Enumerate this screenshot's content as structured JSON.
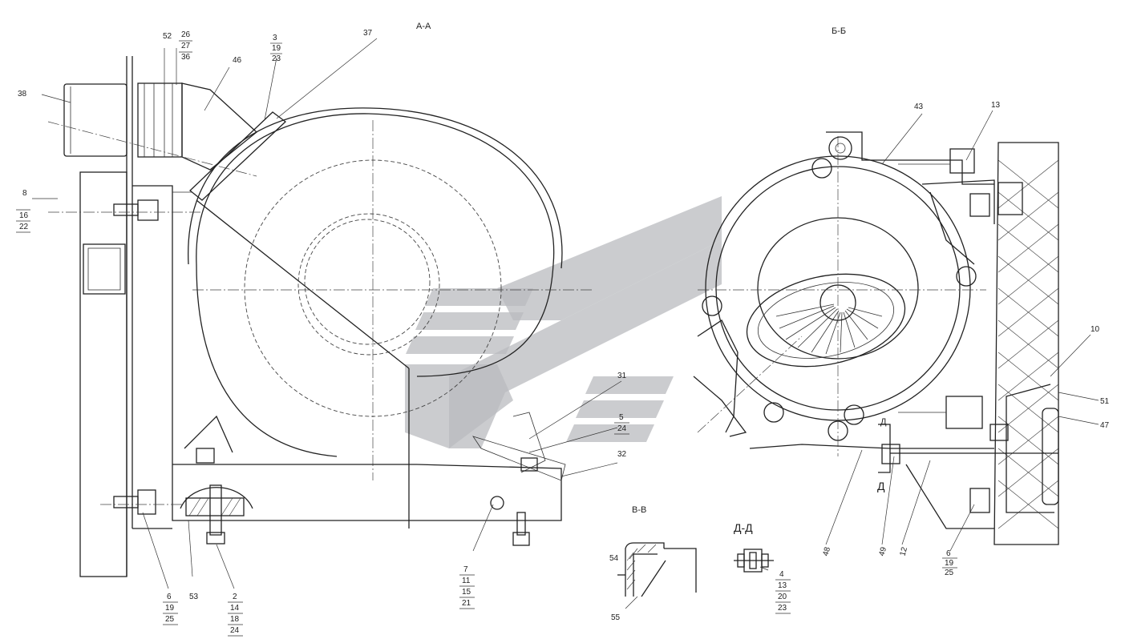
{
  "views": {
    "section_aa": "А-А",
    "section_bb": "Б-Б",
    "section_vv": "В-В",
    "section_dd": "Д-Д",
    "section_d_marker": "Д"
  },
  "callouts": {
    "c52": "52",
    "c26": "26",
    "c27": "27",
    "c36": "36",
    "c3": "3",
    "c19a": "19",
    "c23a": "23",
    "c37": "37",
    "c46": "46",
    "c38": "38",
    "c8": "8",
    "c16": "16",
    "c22": "22",
    "c31": "31",
    "c5": "5",
    "c24a": "24",
    "c32": "32",
    "c7": "7",
    "c11": "11",
    "c15": "15",
    "c21": "21",
    "c6a": "6",
    "c19b": "19",
    "c25a": "25",
    "c53": "53",
    "c2": "2",
    "c14": "14",
    "c18": "18",
    "c24b": "24",
    "c54": "54",
    "c55": "55",
    "c4": "4",
    "c13a": "13",
    "c20": "20",
    "c23b": "23",
    "c43": "43",
    "c13b": "13",
    "c10": "10",
    "c51": "51",
    "c47": "47",
    "c48": "48",
    "c49": "49",
    "c12": "12",
    "c6b": "6",
    "c19c": "19",
    "c25b": "25"
  },
  "colors": {
    "line": "#222222",
    "watermark": "#b9bbbf",
    "background": "#ffffff"
  }
}
